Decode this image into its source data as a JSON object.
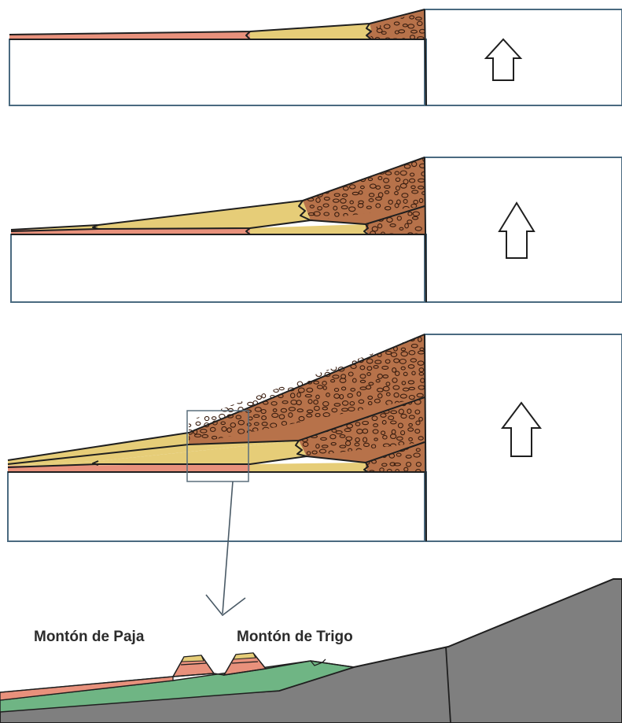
{
  "figure": {
    "stages": [
      {
        "name": "stage-1",
        "uplift_arrow": "up-arrow-icon"
      },
      {
        "name": "stage-2",
        "uplift_arrow": "up-arrow-icon"
      },
      {
        "name": "stage-3",
        "uplift_arrow": "up-arrow-icon"
      }
    ],
    "detail": {
      "labels": {
        "left": "Montón de Paja",
        "right": "Montón de Trigo"
      }
    }
  },
  "colors": {
    "conglomerate": "#b7724a",
    "pebble_stroke": "#3a1e10",
    "sandstone": "#e6cd78",
    "mudstone": "#e8917c",
    "green_unit": "#6fb584",
    "basement": "#7f7f7f",
    "block_outline": "#4a6a80",
    "boundary": "#1f1f1f",
    "label": "#2b2b2b"
  }
}
